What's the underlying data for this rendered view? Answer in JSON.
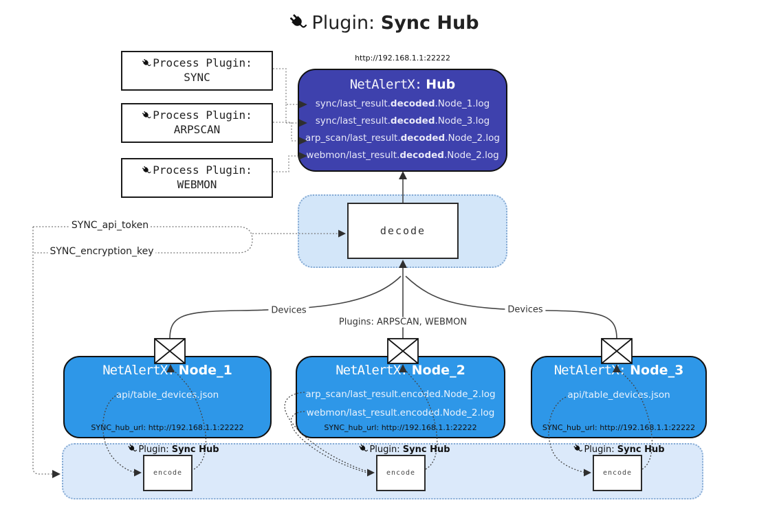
{
  "title": {
    "prefix": "Plugin:",
    "name": "Sync Hub"
  },
  "colors": {
    "hub_bg": "#3e41ad",
    "node_bg": "#2e97e8",
    "band_bg": "#dbe9fa",
    "decode_area_bg": "#d3e6f9",
    "area_border": "#84a9d3",
    "hub_text": "#e9e9f8",
    "node_text": "#eaf3fd"
  },
  "process_plugins": [
    {
      "label": "Process Plugin:",
      "name": "SYNC"
    },
    {
      "label": "Process Plugin:",
      "name": "ARPSCAN"
    },
    {
      "label": "Process Plugin:",
      "name": "WEBMON"
    }
  ],
  "hub": {
    "url": "http://192.168.1.1:22222",
    "title_prefix": "NetAlertX:",
    "title_name": "Hub",
    "logs": [
      {
        "pre": "sync/last_result.",
        "bold": "decoded",
        "post": ".Node_1.log"
      },
      {
        "pre": "sync/last_result.",
        "bold": "decoded",
        "post": ".Node_3.log"
      },
      {
        "pre": "arp_scan/last_result.",
        "bold": "decoded",
        "post": ".Node_2.log"
      },
      {
        "pre": "webmon/last_result.",
        "bold": "decoded",
        "post": ".Node_2.log"
      }
    ]
  },
  "decode_label": "decode",
  "keys": {
    "api_token": "SYNC_api_token",
    "encryption_key": "SYNC_encryption_key"
  },
  "edge_labels": {
    "devices_left": "Devices",
    "plugins_center": "Plugins: ARPSCAN, WEBMON",
    "devices_right": "Devices"
  },
  "nodes": [
    {
      "title_prefix": "NetAlertX:",
      "title_name": "Node_1",
      "lines": [
        "api/table_devices.json"
      ],
      "hub_url": "SYNC_hub_url: http://192.168.1.1:22222"
    },
    {
      "title_prefix": "NetAlertX:",
      "title_name": "Node_2",
      "lines": [
        "arp_scan/last_result.encoded.Node_2.log",
        "webmon/last_result.encoded.Node_2.log"
      ],
      "hub_url": "SYNC_hub_url: http://192.168.1.1:22222"
    },
    {
      "title_prefix": "NetAlertX:",
      "title_name": "Node_3",
      "lines": [
        "api/table_devices.json"
      ],
      "hub_url": "SYNC_hub_url: http://192.168.1.1:22222"
    }
  ],
  "encode_band": {
    "plugin_prefix": "Plugin:",
    "plugin_name": "Sync Hub",
    "encode_label": "encode"
  }
}
